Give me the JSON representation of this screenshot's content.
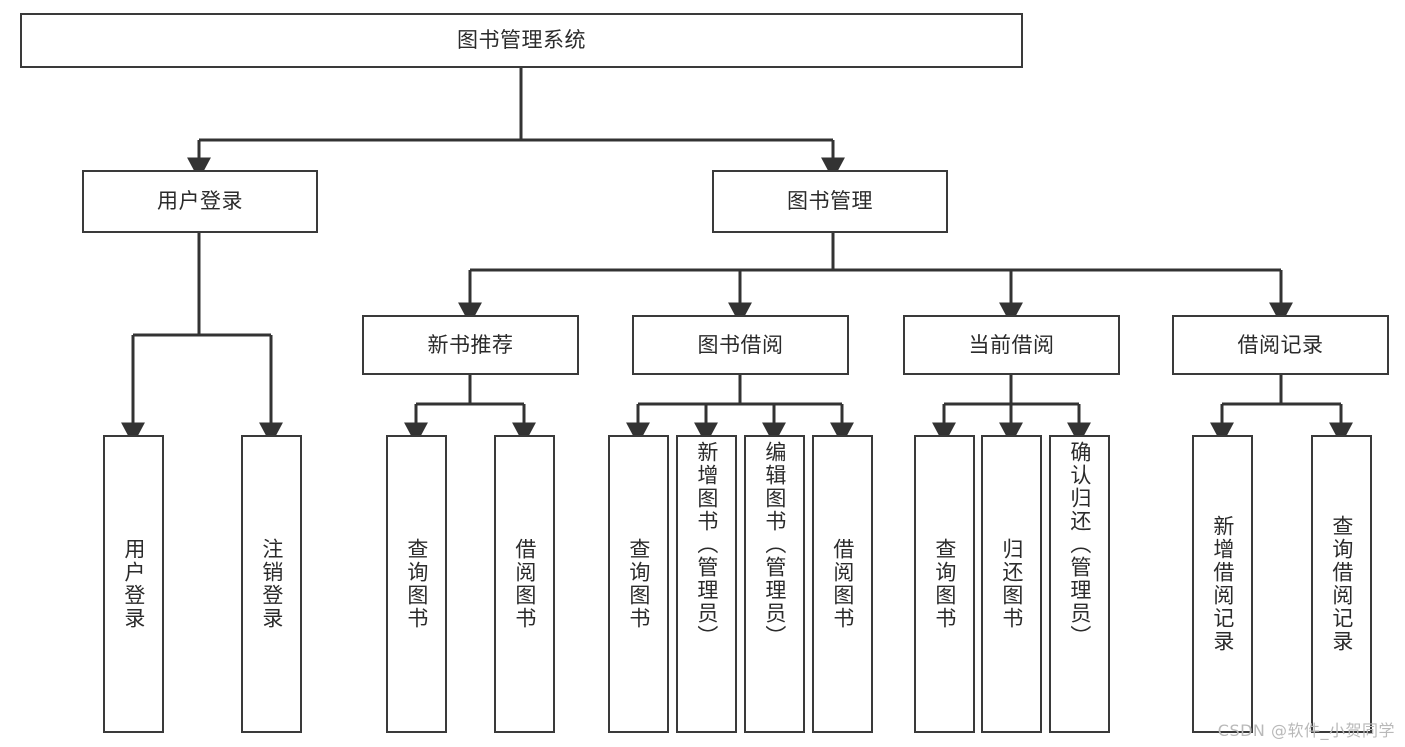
{
  "diagram": {
    "title": "图书管理系统",
    "type": "tree-hierarchy",
    "watermark": "CSDN @软件_小贺同学",
    "colors": {
      "box_border": "#3a3a3a",
      "box_fill": "#ffffff",
      "connector": "#333333",
      "text": "#2b2b2b",
      "watermark": "#b9b9b9",
      "background": "#ffffff"
    },
    "root": {
      "label": "图书管理系统"
    },
    "level2": [
      {
        "label": "用户登录"
      },
      {
        "label": "图书管理"
      }
    ],
    "level3": [
      {
        "label": "新书推荐"
      },
      {
        "label": "图书借阅"
      },
      {
        "label": "当前借阅"
      },
      {
        "label": "借阅记录"
      }
    ],
    "leaves": {
      "user_login": [
        {
          "label": "用户登录"
        },
        {
          "label": "注销登录"
        }
      ],
      "new_book": [
        {
          "label": "查询图书"
        },
        {
          "label": "借阅图书"
        }
      ],
      "book_borrow": [
        {
          "label": "查询图书"
        },
        {
          "label": "新增图书（管理员）"
        },
        {
          "label": "编辑图书（管理员）"
        },
        {
          "label": "借阅图书"
        }
      ],
      "current_borrow": [
        {
          "label": "查询图书"
        },
        {
          "label": "归还图书"
        },
        {
          "label": "确认归还（管理员）"
        }
      ],
      "borrow_record": [
        {
          "label": "新增借阅记录"
        },
        {
          "label": "查询借阅记录"
        }
      ]
    }
  }
}
